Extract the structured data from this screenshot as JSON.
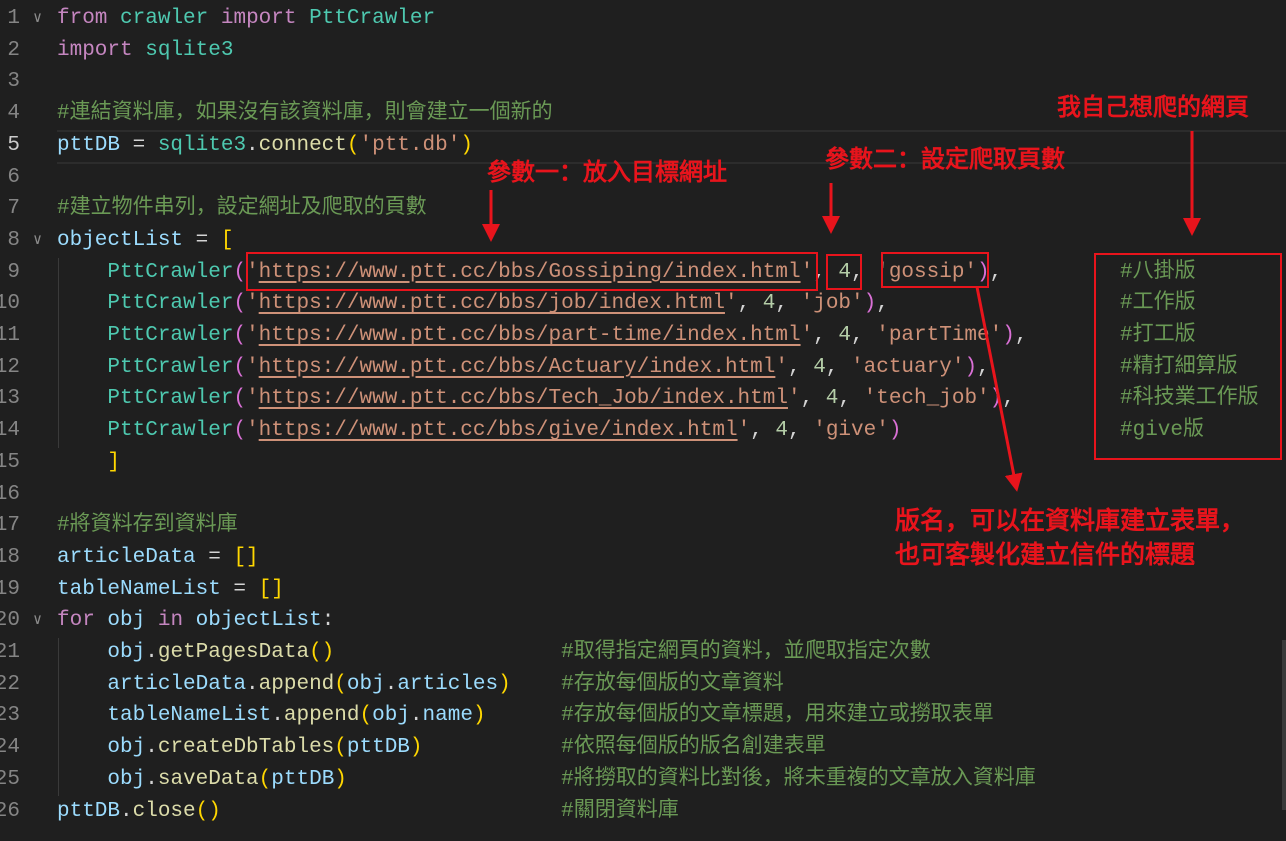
{
  "editor": {
    "current_line": 5,
    "folded_lines": [
      1,
      8,
      20
    ],
    "lines": [
      [
        [
          "k",
          "from"
        ],
        [
          "p",
          " "
        ],
        [
          "c",
          "crawler"
        ],
        [
          "p",
          " "
        ],
        [
          "k",
          "import"
        ],
        [
          "p",
          " "
        ],
        [
          "c",
          "PttCrawler"
        ]
      ],
      [
        [
          "k",
          "import"
        ],
        [
          "p",
          " "
        ],
        [
          "c",
          "sqlite3"
        ]
      ],
      [],
      [
        [
          "m",
          "#連結資料庫，如果沒有該資料庫，則會建立一個新的"
        ]
      ],
      [
        [
          "v",
          "pttDB"
        ],
        [
          "p",
          " = "
        ],
        [
          "c",
          "sqlite3"
        ],
        [
          "p",
          "."
        ],
        [
          "f",
          "connect"
        ],
        [
          "b1",
          "("
        ],
        [
          "s",
          "'ptt.db'"
        ],
        [
          "b1",
          ")"
        ]
      ],
      [],
      [
        [
          "m",
          "#建立物件串列，設定網址及爬取的頁數"
        ]
      ],
      [
        [
          "v",
          "objectList"
        ],
        [
          "p",
          " = "
        ],
        [
          "b1",
          "["
        ]
      ],
      [
        [
          "p",
          "    "
        ],
        [
          "c",
          "PttCrawler"
        ],
        [
          "b2",
          "("
        ],
        [
          "s",
          "'"
        ],
        [
          "u",
          "https://www.ptt.cc/bbs/Gossiping/index.html"
        ],
        [
          "s",
          "'"
        ],
        [
          "p",
          ", "
        ],
        [
          "n",
          "4"
        ],
        [
          "p",
          ", "
        ],
        [
          "s",
          "'gossip'"
        ],
        [
          "b2",
          ")"
        ],
        [
          "p",
          ","
        ]
      ],
      [
        [
          "p",
          "    "
        ],
        [
          "c",
          "PttCrawler"
        ],
        [
          "b2",
          "("
        ],
        [
          "s",
          "'"
        ],
        [
          "u",
          "https://www.ptt.cc/bbs/job/index.html"
        ],
        [
          "s",
          "'"
        ],
        [
          "p",
          ", "
        ],
        [
          "n",
          "4"
        ],
        [
          "p",
          ", "
        ],
        [
          "s",
          "'job'"
        ],
        [
          "b2",
          ")"
        ],
        [
          "p",
          ","
        ]
      ],
      [
        [
          "p",
          "    "
        ],
        [
          "c",
          "PttCrawler"
        ],
        [
          "b2",
          "("
        ],
        [
          "s",
          "'"
        ],
        [
          "u",
          "https://www.ptt.cc/bbs/part-time/index.html"
        ],
        [
          "s",
          "'"
        ],
        [
          "p",
          ", "
        ],
        [
          "n",
          "4"
        ],
        [
          "p",
          ", "
        ],
        [
          "s",
          "'partTime'"
        ],
        [
          "b2",
          ")"
        ],
        [
          "p",
          ","
        ]
      ],
      [
        [
          "p",
          "    "
        ],
        [
          "c",
          "PttCrawler"
        ],
        [
          "b2",
          "("
        ],
        [
          "s",
          "'"
        ],
        [
          "u",
          "https://www.ptt.cc/bbs/Actuary/index.html"
        ],
        [
          "s",
          "'"
        ],
        [
          "p",
          ", "
        ],
        [
          "n",
          "4"
        ],
        [
          "p",
          ", "
        ],
        [
          "s",
          "'actuary'"
        ],
        [
          "b2",
          ")"
        ],
        [
          "p",
          ","
        ]
      ],
      [
        [
          "p",
          "    "
        ],
        [
          "c",
          "PttCrawler"
        ],
        [
          "b2",
          "("
        ],
        [
          "s",
          "'"
        ],
        [
          "u",
          "https://www.ptt.cc/bbs/Tech_Job/index.html"
        ],
        [
          "s",
          "'"
        ],
        [
          "p",
          ", "
        ],
        [
          "n",
          "4"
        ],
        [
          "p",
          ", "
        ],
        [
          "s",
          "'tech_job'"
        ],
        [
          "b2",
          ")"
        ],
        [
          "p",
          ","
        ]
      ],
      [
        [
          "p",
          "    "
        ],
        [
          "c",
          "PttCrawler"
        ],
        [
          "b2",
          "("
        ],
        [
          "s",
          "'"
        ],
        [
          "u",
          "https://www.ptt.cc/bbs/give/index.html"
        ],
        [
          "s",
          "'"
        ],
        [
          "p",
          ", "
        ],
        [
          "n",
          "4"
        ],
        [
          "p",
          ", "
        ],
        [
          "s",
          "'give'"
        ],
        [
          "b2",
          ")"
        ]
      ],
      [
        [
          "p",
          "    "
        ],
        [
          "b1",
          "]"
        ]
      ],
      [],
      [
        [
          "m",
          "#將資料存到資料庫"
        ]
      ],
      [
        [
          "v",
          "articleData"
        ],
        [
          "p",
          " = "
        ],
        [
          "b1",
          "[]"
        ]
      ],
      [
        [
          "v",
          "tableNameList"
        ],
        [
          "p",
          " = "
        ],
        [
          "b1",
          "[]"
        ]
      ],
      [
        [
          "k",
          "for"
        ],
        [
          "p",
          " "
        ],
        [
          "v",
          "obj"
        ],
        [
          "p",
          " "
        ],
        [
          "k",
          "in"
        ],
        [
          "p",
          " "
        ],
        [
          "v",
          "objectList"
        ],
        [
          "p",
          ":"
        ]
      ],
      [
        [
          "p",
          "    "
        ],
        [
          "v",
          "obj"
        ],
        [
          "p",
          "."
        ],
        [
          "f",
          "getPagesData"
        ],
        [
          "b1",
          "()"
        ],
        [
          "p",
          "                  "
        ],
        [
          "m",
          "#取得指定網頁的資料，並爬取指定次數"
        ]
      ],
      [
        [
          "p",
          "    "
        ],
        [
          "v",
          "articleData"
        ],
        [
          "p",
          "."
        ],
        [
          "f",
          "append"
        ],
        [
          "b1",
          "("
        ],
        [
          "v",
          "obj"
        ],
        [
          "p",
          "."
        ],
        [
          "v",
          "articles"
        ],
        [
          "b1",
          ")"
        ],
        [
          "p",
          "    "
        ],
        [
          "m",
          "#存放每個版的文章資料"
        ]
      ],
      [
        [
          "p",
          "    "
        ],
        [
          "v",
          "tableNameList"
        ],
        [
          "p",
          "."
        ],
        [
          "f",
          "append"
        ],
        [
          "b1",
          "("
        ],
        [
          "v",
          "obj"
        ],
        [
          "p",
          "."
        ],
        [
          "v",
          "name"
        ],
        [
          "b1",
          ")"
        ],
        [
          "p",
          "      "
        ],
        [
          "m",
          "#存放每個版的文章標題，用來建立或撈取表單"
        ]
      ],
      [
        [
          "p",
          "    "
        ],
        [
          "v",
          "obj"
        ],
        [
          "p",
          "."
        ],
        [
          "f",
          "createDbTables"
        ],
        [
          "b1",
          "("
        ],
        [
          "v",
          "pttDB"
        ],
        [
          "b1",
          ")"
        ],
        [
          "p",
          "           "
        ],
        [
          "m",
          "#依照每個版的版名創建表單"
        ]
      ],
      [
        [
          "p",
          "    "
        ],
        [
          "v",
          "obj"
        ],
        [
          "p",
          "."
        ],
        [
          "f",
          "saveData"
        ],
        [
          "b1",
          "("
        ],
        [
          "v",
          "pttDB"
        ],
        [
          "b1",
          ")"
        ],
        [
          "p",
          "                 "
        ],
        [
          "m",
          "#將撈取的資料比對後，將未重複的文章放入資料庫"
        ]
      ],
      [
        [
          "v",
          "pttDB"
        ],
        [
          "p",
          "."
        ],
        [
          "f",
          "close"
        ],
        [
          "b1",
          "()"
        ],
        [
          "p",
          "                           "
        ],
        [
          "m",
          "#關閉資料庫"
        ]
      ]
    ],
    "board_comments": [
      "#八掛版",
      "#工作版",
      "#打工版",
      "#精打細算版",
      "#科技業工作版",
      "#give版"
    ]
  },
  "annotations": {
    "param1": "參數一：放入目標網址",
    "param2": "參數二：設定爬取頁數",
    "my_pages": "我自己想爬的網頁",
    "board_name_line1": "版名，可以在資料庫建立表單，",
    "board_name_line2": "也可客製化建立信件的標題",
    "color": "#e8141c"
  }
}
